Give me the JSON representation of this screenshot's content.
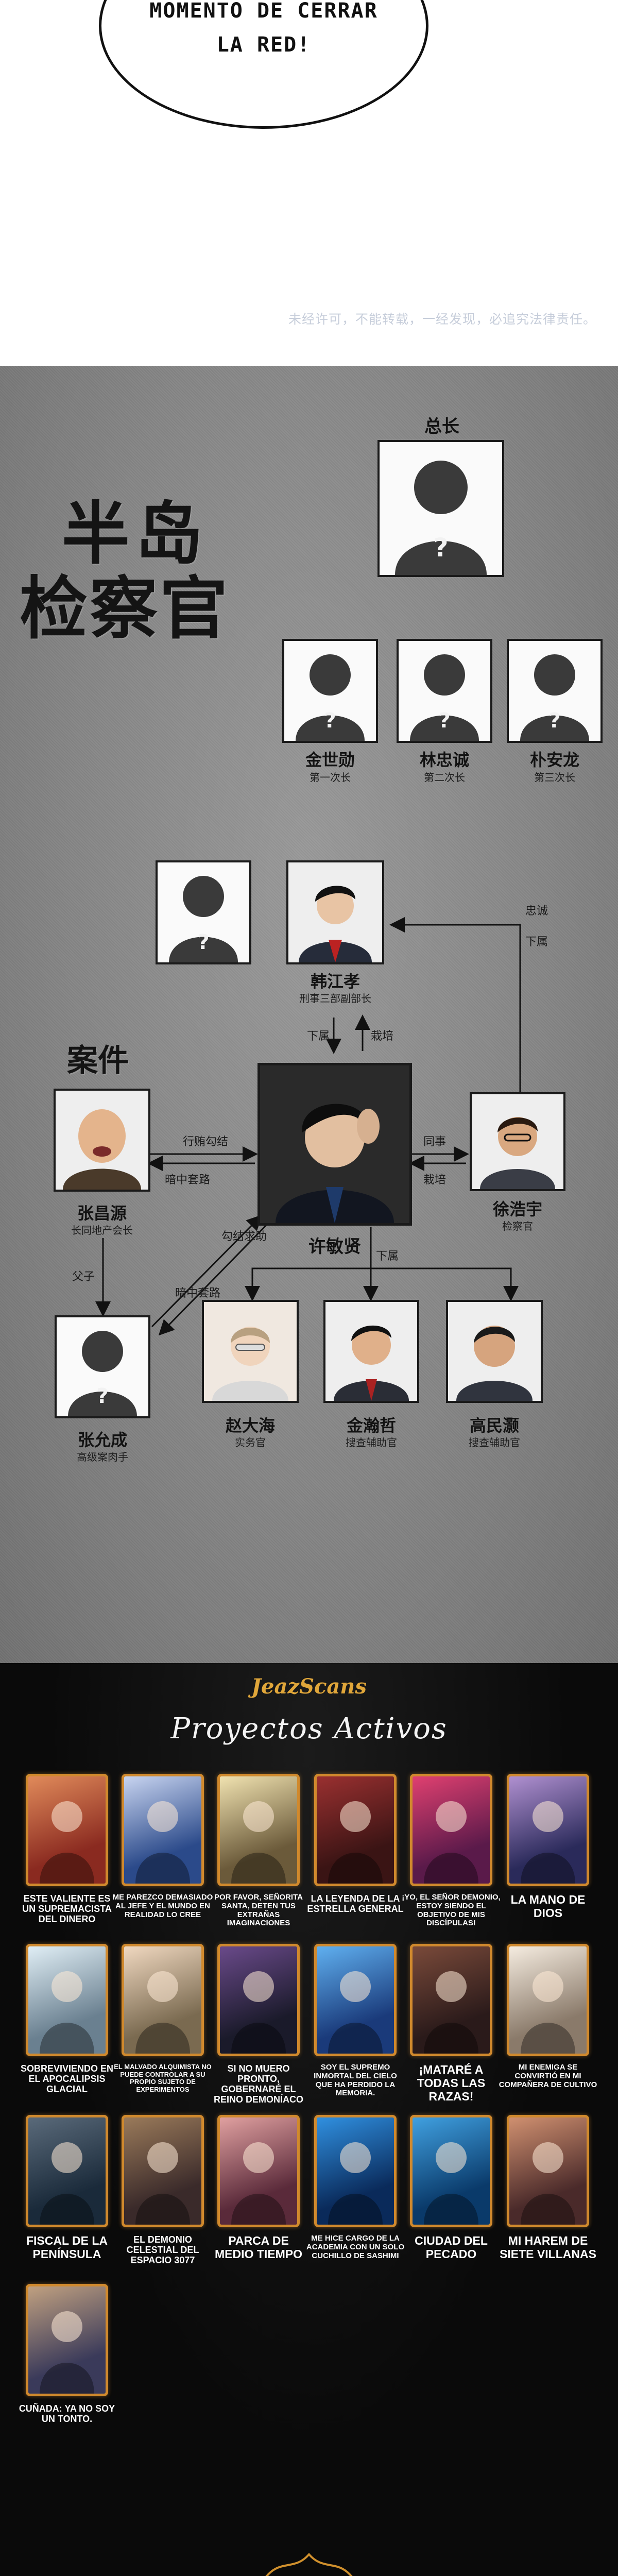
{
  "bubble": {
    "line1": "MOMENTO DE CERRAR",
    "line2": "LA RED!"
  },
  "watermark": "未经许可，不能转载，一经发现，必追究法律责任。",
  "chart": {
    "title_line1": "半岛",
    "title_line2": "检察官",
    "top": {
      "label": "总长"
    },
    "deputies": [
      {
        "name": "金世勋",
        "role": "第一次长"
      },
      {
        "name": "林忠诚",
        "role": "第二次长"
      },
      {
        "name": "朴安龙",
        "role": "第三次长"
      }
    ],
    "han": {
      "name": "韩江孝",
      "role": "刑事三部副部长"
    },
    "hu": {
      "name": "许敏贤"
    },
    "xu": {
      "name": "徐浩宇",
      "role": "检察官"
    },
    "case_label": "案件",
    "zhang": {
      "name": "张昌源",
      "role": "长同地产会长"
    },
    "zhang_son": {
      "name": "张允成",
      "role": "高级案肉手"
    },
    "subs": [
      {
        "name": "赵大海",
        "role": "实务官"
      },
      {
        "name": "金瀚哲",
        "role": "搜查辅助官"
      },
      {
        "name": "高民灏",
        "role": "搜查辅助官"
      }
    ],
    "rels": {
      "loyal": "忠诚",
      "subordinate_right": "下属",
      "subordinate_left": "下属",
      "cultivate_top": "栽培",
      "collude": "行贿勾结",
      "secret1": "暗中套路",
      "colleague": "同事",
      "cultivate_right": "栽培",
      "father_son": "父子",
      "collude_help": "勾结求助",
      "secret2": "暗中套路",
      "subordinate_bottom": "下属"
    }
  },
  "projects": {
    "logo": "JeazScans",
    "title": "Proyectos Activos",
    "items": [
      {
        "label": "ESTE VALIENTE ES UN SUPREMACISTA DEL DINERO",
        "c1": "#8a2a20",
        "c2": "#e08a5a"
      },
      {
        "label": "ME PAREZCO DEMASIADO AL JEFE Y EL MUNDO EN REALIDAD LO CREE",
        "c1": "#2b4a8a",
        "c2": "#c8d4f0"
      },
      {
        "label": "POR FAVOR, SEÑORITA SANTA, DETEN TUS EXTRAÑAS IMAGINACIONES",
        "c1": "#6b5a3a",
        "c2": "#f0e2b0"
      },
      {
        "label": "LA LEYENDA DE LA ESTRELLA GENERAL",
        "c1": "#3a1414",
        "c2": "#9a3030"
      },
      {
        "label": "¡YO, EL SEÑOR DEMONIO, ESTOY SIENDO EL OBJETIVO DE MIS DISCÍPULAS!",
        "c1": "#5a1a4a",
        "c2": "#e04070"
      },
      {
        "label": "LA MANO DE DIOS",
        "c1": "#2a2a5a",
        "c2": "#b090d0"
      },
      {
        "label": "SOBREVIVIENDO EN EL APOCALIPSIS GLACIAL",
        "c1": "#6a8090",
        "c2": "#e0eef5"
      },
      {
        "label": "EL MALVADO ALQUIMISTA NO PUEDE CONTROLAR A SU PROPIO SUJETO DE EXPERIMENTOS",
        "c1": "#7a6a50",
        "c2": "#f0d8c0"
      },
      {
        "label": "SI NO MUERO PRONTO, GOBERNARÉ EL REINO DEMONÍACO",
        "c1": "#1a1a2a",
        "c2": "#6a4a8a"
      },
      {
        "label": "SOY EL SUPREMO INMORTAL DEL CIELO QUE HA PERDIDO LA MEMORIA.",
        "c1": "#1a3a7a",
        "c2": "#60b0f0"
      },
      {
        "label": "¡MATARÉ A TODAS LAS RAZAS!",
        "c1": "#2a1a1a",
        "c2": "#7a4a3a"
      },
      {
        "label": "MI ENEMIGA SE CONVIRTIÓ EN MI COMPAÑERA DE CULTIVO",
        "c1": "#8a7a6a",
        "c2": "#f5ece0"
      },
      {
        "label": "FISCAL DE LA PENÍNSULA",
        "c1": "#1a2a3a",
        "c2": "#5a6a7a"
      },
      {
        "label": "EL DEMONIO CELESTIAL DEL ESPACIO 3077",
        "c1": "#3a2a2a",
        "c2": "#9a7a5a"
      },
      {
        "label": "PARCA DE MEDIO TIEMPO",
        "c1": "#5a2a3a",
        "c2": "#e0a0a0"
      },
      {
        "label": "ME HICE CARGO DE LA ACADEMIA CON UN SOLO CUCHILLO DE SASHIMI",
        "c1": "#0a2a5a",
        "c2": "#3090e0"
      },
      {
        "label": "CIUDAD DEL PECADO",
        "c1": "#0a3a6a",
        "c2": "#40a0e0"
      },
      {
        "label": "MI HAREM DE SIETE VILLANAS",
        "c1": "#4a2a2a",
        "c2": "#d09070"
      },
      {
        "label": "CUÑADA: YA NO SOY UN TONTO.",
        "c1": "#3a3a5a",
        "c2": "#c0a080"
      }
    ]
  }
}
